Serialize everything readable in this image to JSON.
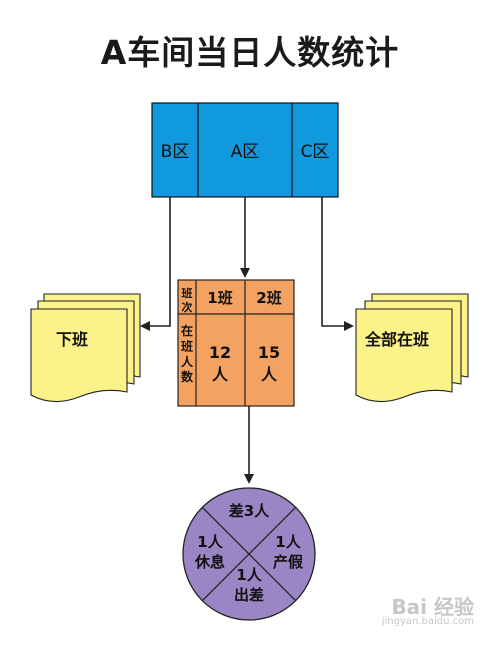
{
  "title": "A车间当日人数统计",
  "colors": {
    "zone_fill": "#1199dd",
    "table_fill": "#f4a261",
    "pie_fill": "#9b86c5",
    "doc_fill": "#fbf28a"
  },
  "zones": {
    "b": "B区",
    "a": "A区",
    "c": "C区"
  },
  "table": {
    "header_label": "班次",
    "row_label": "在班人数",
    "shift1": {
      "name": "1班",
      "count": "12",
      "unit": "人"
    },
    "shift2": {
      "name": "2班",
      "count": "15",
      "unit": "人"
    }
  },
  "left_doc": "下班",
  "right_doc": "全部在班",
  "pie": {
    "top": "差3人",
    "left": {
      "count": "1人",
      "reason": "休息"
    },
    "right": {
      "count": "1人",
      "reason": "产假"
    },
    "bottom": {
      "count": "1人",
      "reason": "出差"
    }
  },
  "watermark": {
    "brand": "Bai 经验",
    "url": "jingyan.baidu.com"
  }
}
